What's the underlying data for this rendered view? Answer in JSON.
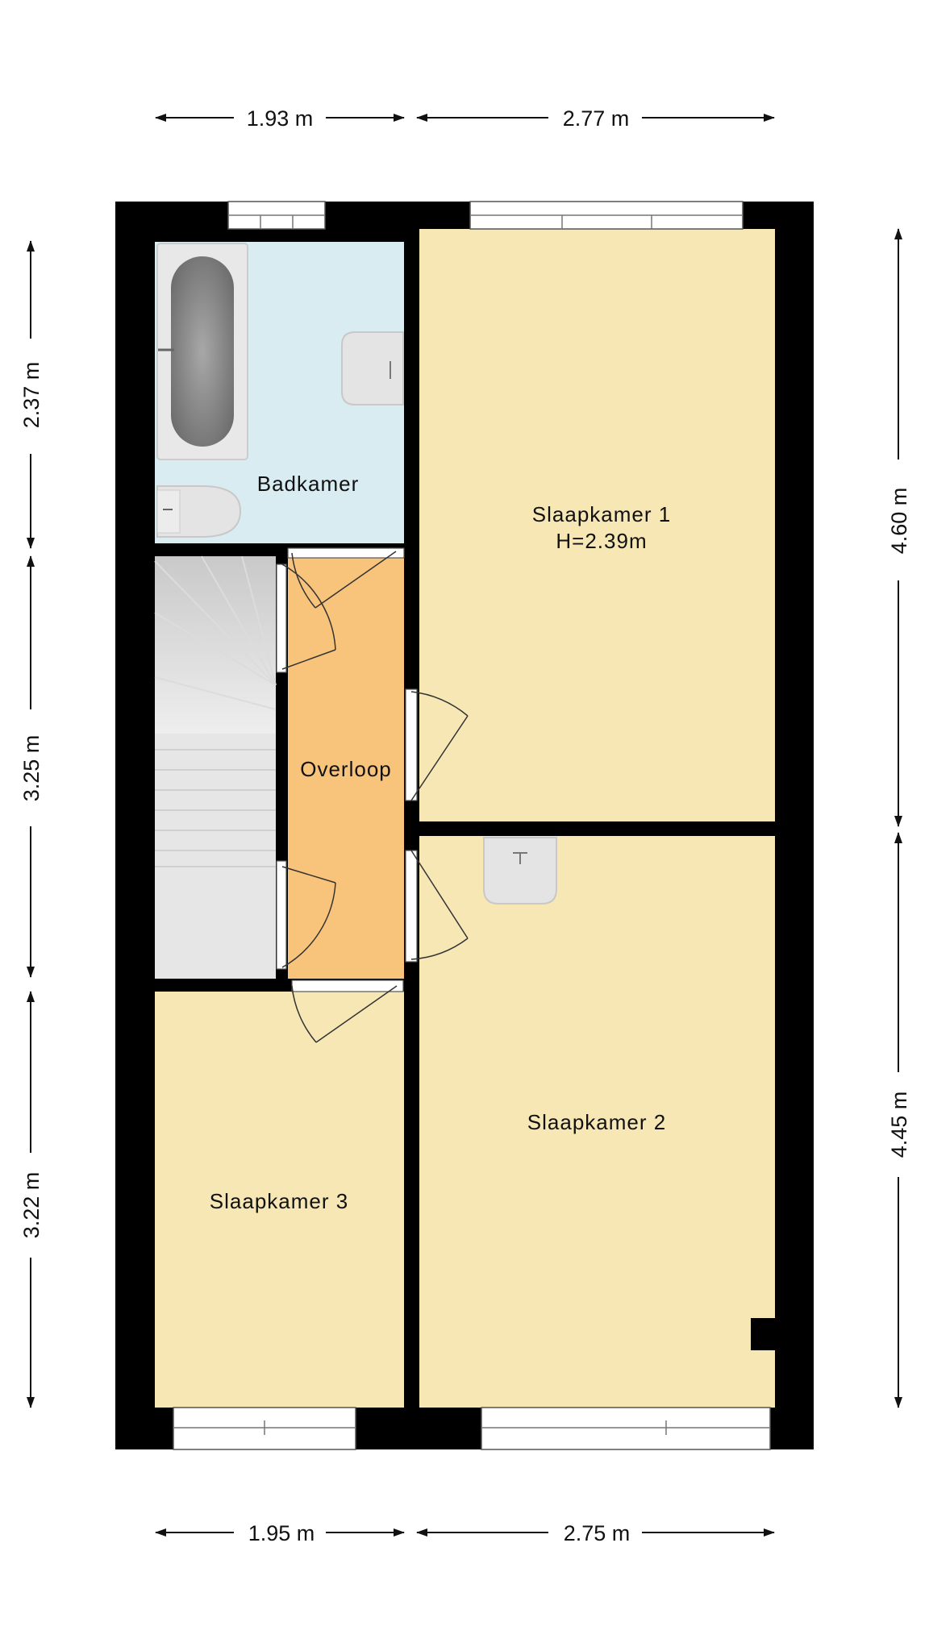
{
  "dimensions": {
    "top_left": "1.93 m",
    "top_right": "2.77 m",
    "bottom_left": "1.95 m",
    "bottom_right": "2.75 m",
    "left_upper": "2.37 m",
    "left_middle": "3.25 m",
    "left_lower": "3.22 m",
    "right_upper": "4.60 m",
    "right_lower": "4.45 m"
  },
  "rooms": {
    "badkamer": {
      "label": "Badkamer",
      "color": "#d8ecf2"
    },
    "slaapkamer_1": {
      "label": "Slaapkamer 1",
      "height": "H=2.39m",
      "color": "#f6e7b5"
    },
    "overloop": {
      "label": "Overloop",
      "color": "#f8c47c"
    },
    "slaapkamer_2": {
      "label": "Slaapkamer 2",
      "color": "#f6e7b5"
    },
    "slaapkamer_3": {
      "label": "Slaapkamer 3",
      "color": "#f6e7b5"
    }
  },
  "colors": {
    "wall": "#000000",
    "stairs": "#e6e6e6"
  }
}
